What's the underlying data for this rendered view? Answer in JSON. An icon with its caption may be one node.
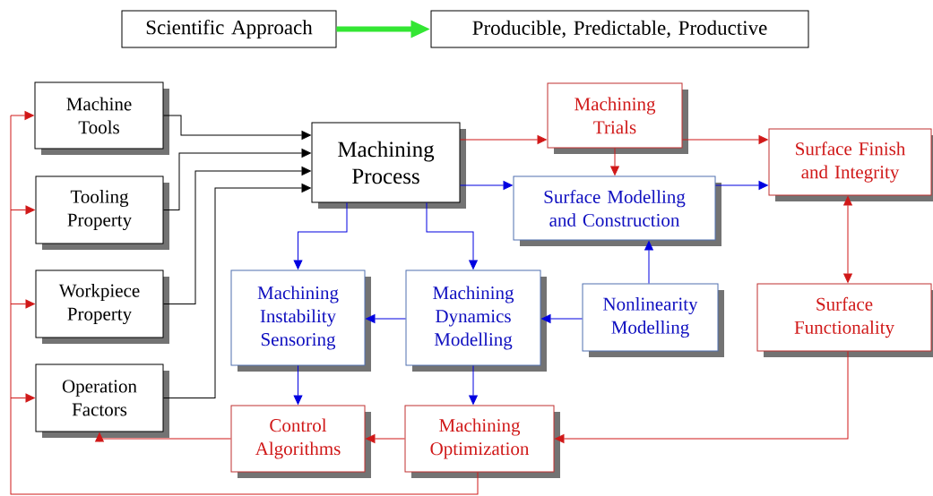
{
  "diagram": {
    "nodes": [
      {
        "text": [
          "Scientific Approach"
        ]
      },
      {
        "text": [
          "Producible, Predictable, Productive"
        ]
      },
      {
        "text": [
          "Machine Tools"
        ]
      },
      {
        "text": [
          "Tooling Property"
        ]
      },
      {
        "text": [
          "Workpiece Property"
        ]
      },
      {
        "text": [
          "Operation Factors"
        ]
      },
      {
        "text": [
          "Machining Process"
        ]
      },
      {
        "text": [
          "Machining Trials"
        ]
      },
      {
        "text": [
          "Surface Finish and Integrity"
        ]
      },
      {
        "text": [
          "Surface Modelling and Construction"
        ]
      },
      {
        "text": [
          "Machining Instability Sensoring"
        ]
      },
      {
        "text": [
          "Machining Dynamics Modelling"
        ]
      },
      {
        "text": [
          "Nonlinearity Modelling"
        ]
      },
      {
        "text": [
          "Surface Functionality"
        ]
      },
      {
        "text": [
          "Control Algorithms"
        ]
      },
      {
        "text": [
          "Machining Optimization"
        ]
      }
    ],
    "edges": [
      {
        "from": 0,
        "to": 1,
        "arrow": "to",
        "style": "thick",
        "color": "#33e633"
      },
      {
        "from": 2,
        "to": 6,
        "arrow": "to",
        "color": "#000000"
      },
      {
        "from": 3,
        "to": 6,
        "arrow": "to",
        "color": "#000000"
      },
      {
        "from": 4,
        "to": 6,
        "arrow": "to",
        "color": "#000000"
      },
      {
        "from": 5,
        "to": 6,
        "arrow": "to",
        "color": "#000000"
      },
      {
        "from": 6,
        "to": 7,
        "arrow": "to"
      },
      {
        "from": 6,
        "to": 9,
        "arrow": "to",
        "color": "#0000e0"
      },
      {
        "from": 6,
        "to": 10,
        "arrow": "to",
        "color": "#0000e0"
      },
      {
        "from": 6,
        "to": 11,
        "arrow": "to",
        "color": "#0000e0"
      },
      {
        "from": 7,
        "to": 8,
        "arrow": "to"
      },
      {
        "from": 7,
        "to": 9,
        "arrow": "to"
      },
      {
        "from": 9,
        "to": 8,
        "arrow": "to",
        "color": "#0000e0"
      },
      {
        "from": 8,
        "to": 13,
        "arrow": "both"
      },
      {
        "from": 12,
        "to": 9,
        "arrow": "to",
        "color": "#0000e0"
      },
      {
        "from": 12,
        "to": 11,
        "arrow": "to",
        "color": "#0000e0"
      },
      {
        "from": 11,
        "to": 10,
        "arrow": "to",
        "color": "#0000e0"
      },
      {
        "from": 10,
        "to": 14,
        "arrow": "to",
        "color": "#0000e0"
      },
      {
        "from": 11,
        "to": 15,
        "arrow": "to",
        "color": "#0000e0"
      },
      {
        "from": 13,
        "to": 15,
        "arrow": "to"
      },
      {
        "from": 15,
        "to": 14,
        "arrow": "to"
      },
      {
        "from": 14,
        "to": 5,
        "arrow": "to"
      },
      {
        "from": 15,
        "to": 2,
        "arrow": "to"
      },
      {
        "from": 15,
        "to": 3,
        "arrow": "to"
      },
      {
        "from": 15,
        "to": 4,
        "arrow": "to"
      },
      {
        "from": 15,
        "to": 5,
        "arrow": "to"
      }
    ]
  }
}
